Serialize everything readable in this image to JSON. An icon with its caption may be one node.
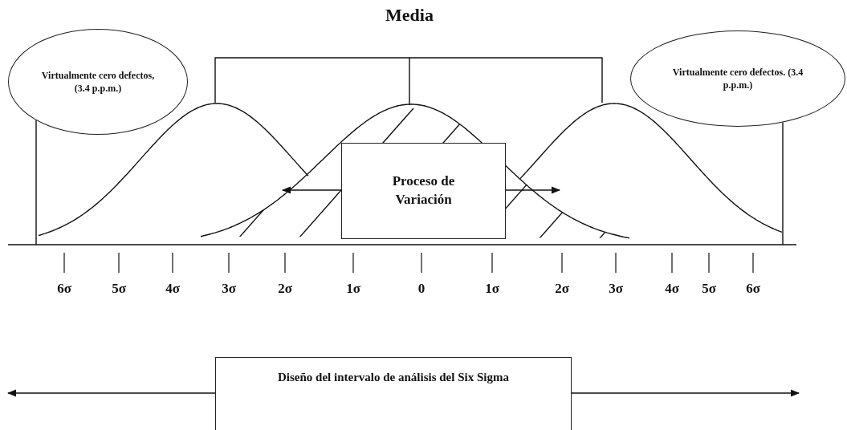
{
  "diagram": {
    "nodes": [
      {
        "text": [
          "Virtualmente cero defectos, (3.4 p.p.m.)"
        ]
      },
      {
        "text": [
          "Virtualmente cero defectos. (3.4 p.p.m.)"
        ]
      },
      {
        "text": [
          "Proceso de Variación"
        ]
      },
      {
        "text": [
          "Diseño del intervalo de análisis del Six Sigma"
        ]
      }
    ],
    "edges": [
      {
        "from": 0,
        "to": null,
        "arrow": "none"
      },
      {
        "from": 1,
        "to": null,
        "arrow": "none"
      },
      {
        "from": 2,
        "to": null,
        "arrow": "to"
      },
      {
        "from": 2,
        "to": null,
        "arrow": "to"
      },
      {
        "from": 3,
        "to": null,
        "arrow": "to"
      },
      {
        "from": 3,
        "to": null,
        "arrow": "to"
      }
    ],
    "labels": [
      "Media",
      "6σ",
      "5σ",
      "4σ",
      "3σ",
      "2σ",
      "1σ",
      "0",
      "1σ",
      "2σ",
      "3σ",
      "4σ",
      "5σ",
      "6σ"
    ]
  }
}
